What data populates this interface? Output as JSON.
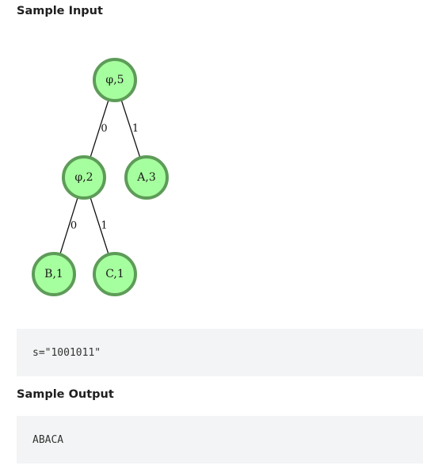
{
  "sample_input": {
    "heading": "Sample Input",
    "code": "s=\"1001011\""
  },
  "sample_output": {
    "heading": "Sample Output",
    "code": "ABACA"
  },
  "tree": {
    "nodes": [
      {
        "id": "root",
        "label": "φ,5"
      },
      {
        "id": "left",
        "label": "φ,2"
      },
      {
        "id": "A",
        "label": "A,3"
      },
      {
        "id": "B",
        "label": "B,1"
      },
      {
        "id": "C",
        "label": "C,1"
      }
    ],
    "edges": [
      {
        "from": "root",
        "to": "left",
        "label": "0"
      },
      {
        "from": "root",
        "to": "A",
        "label": "1"
      },
      {
        "from": "left",
        "to": "B",
        "label": "0"
      },
      {
        "from": "left",
        "to": "C",
        "label": "1"
      }
    ],
    "colors": {
      "node_fill": "#a6ff9e",
      "node_stroke": "#5d9c58",
      "edge": "#111111"
    }
  }
}
